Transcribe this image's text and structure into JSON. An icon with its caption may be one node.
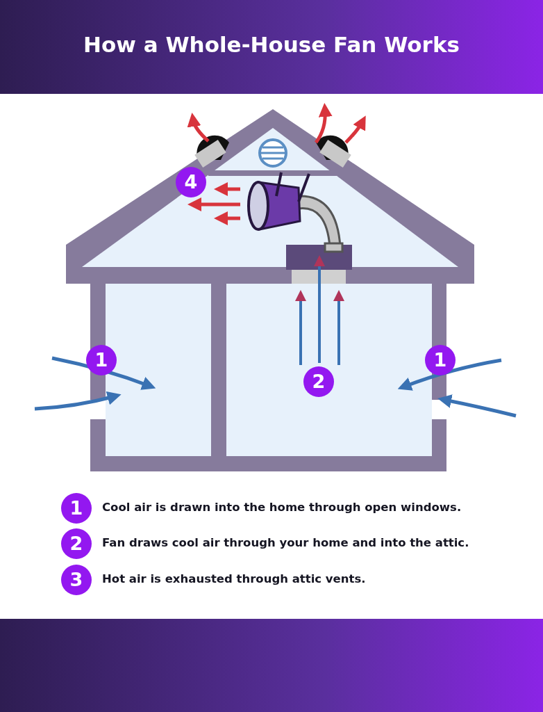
{
  "diagram": {
    "title": "How a Whole-House Fan Works",
    "labels": [
      "4",
      "1",
      "1",
      "2",
      "1",
      "Cool air is drawn into the home through open windows.",
      "2",
      "Fan draws cool air through your home and into the attic.",
      "3",
      "Hot air is exhausted through attic vents."
    ]
  }
}
